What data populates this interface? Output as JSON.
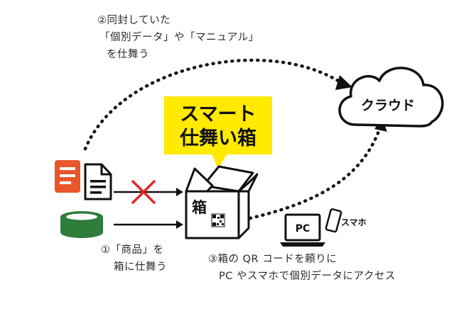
{
  "callout": {
    "line1": "スマート",
    "line2": "仕舞い箱"
  },
  "cloud": {
    "label": "クラウド"
  },
  "box": {
    "label": "箱"
  },
  "device": {
    "screen_label": "PC",
    "phone_label": "スマホ"
  },
  "steps": {
    "step2": {
      "line1": "②同封していた",
      "line2": "「個別データ」や「マニュアル」",
      "line3": "を仕舞う"
    },
    "step1": {
      "line1": "①「商品」を",
      "line2": "箱に仕舞う"
    },
    "step3": {
      "line1": "③箱の QR コードを頼りに",
      "line2": "PC やスマホで個別データにアクセス"
    }
  },
  "colors": {
    "accent_yellow": "#ffea00",
    "cross_red": "#e0262b",
    "booklet_orange": "#e8562a",
    "tape_green": "#2e7d3a"
  }
}
